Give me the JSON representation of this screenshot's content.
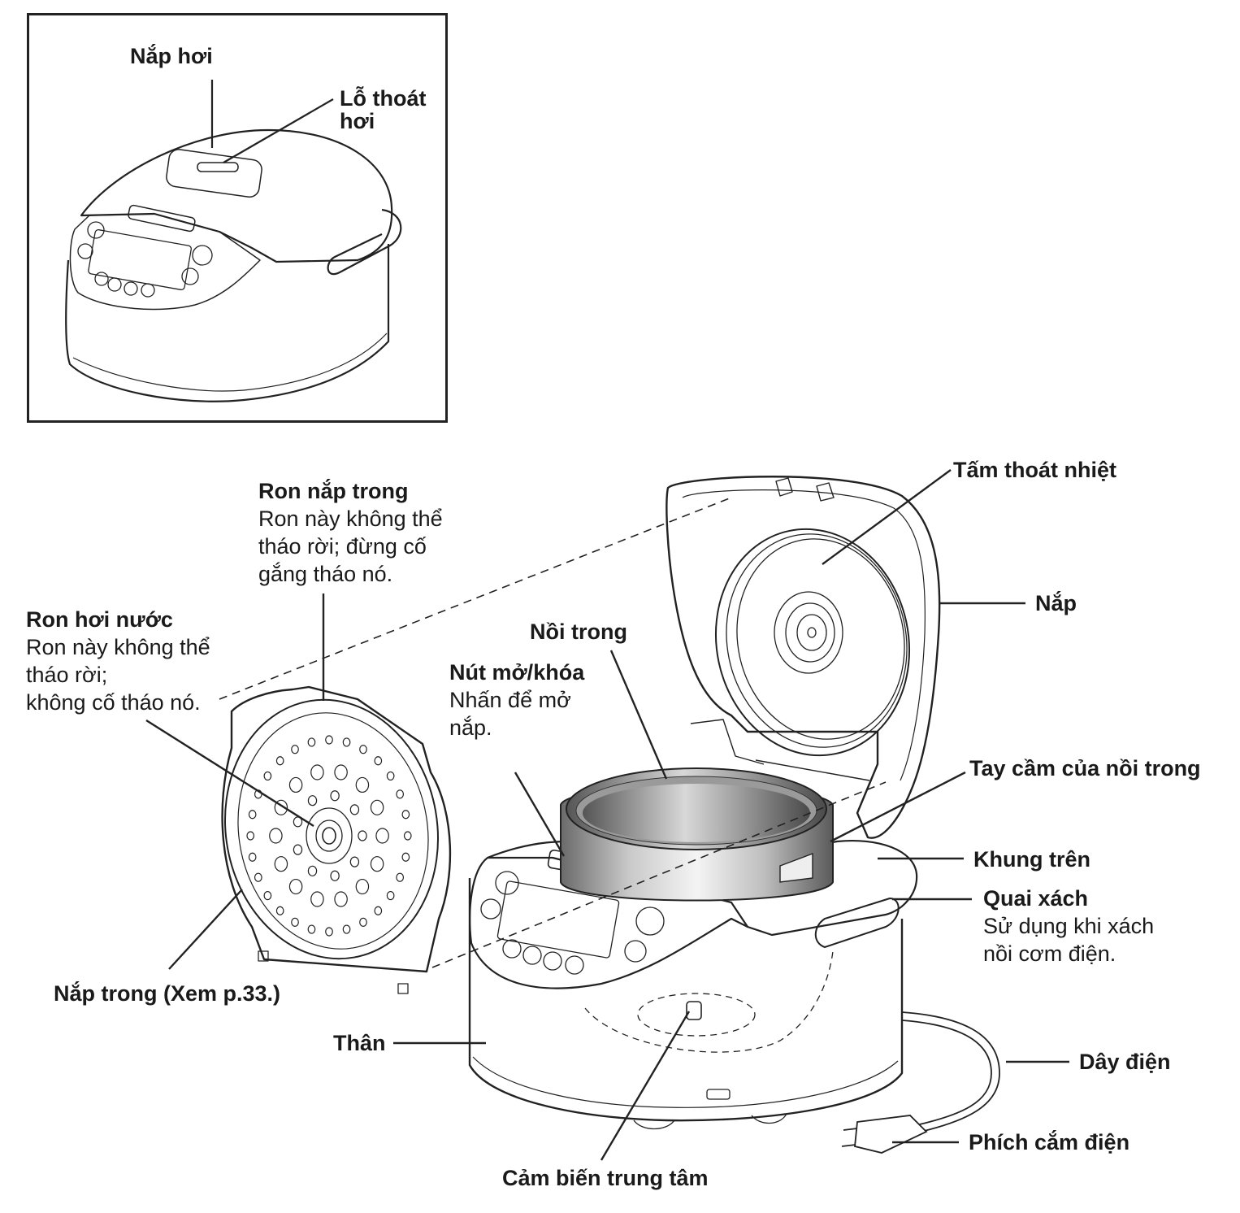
{
  "diagram": {
    "subject": "Rice cooker parts identification",
    "inset": {
      "labels": {
        "steam_cap": "Nắp hơi",
        "steam_vent_line1": "Lỗ thoát",
        "steam_vent_line2": "hơi"
      }
    },
    "main": {
      "labels": {
        "inner_lid_gasket": {
          "title": "Ron nắp trong",
          "desc": [
            "Ron này không thể",
            "tháo rời; đừng cố",
            "gắng tháo nó."
          ]
        },
        "steam_gasket": {
          "title": "Ron hơi nước",
          "desc": [
            "Ron này không thể",
            "tháo rời;",
            "không cố tháo nó."
          ]
        },
        "inner_pot": {
          "title": "Nồi trong"
        },
        "open_button": {
          "title": "Nút mở/khóa",
          "desc": [
            "Nhấn để mở",
            "nắp."
          ]
        },
        "heat_plate": {
          "title": "Tấm thoát nhiệt"
        },
        "lid": {
          "title": "Nắp"
        },
        "inner_pot_handle": {
          "title": "Tay cầm của nồi trong"
        },
        "upper_frame": {
          "title": "Khung trên"
        },
        "carry_handle": {
          "title": "Quai xách",
          "desc": [
            "Sử dụng khi xách",
            "nồi cơm điện."
          ]
        },
        "inner_lid": {
          "title": "Nắp trong (Xem p.33.)"
        },
        "body": {
          "title": "Thân"
        },
        "power_cord": {
          "title": "Dây điện"
        },
        "power_plug": {
          "title": "Phích cắm điện"
        },
        "center_sensor": {
          "title": "Cảm biến trung tâm"
        }
      }
    }
  }
}
